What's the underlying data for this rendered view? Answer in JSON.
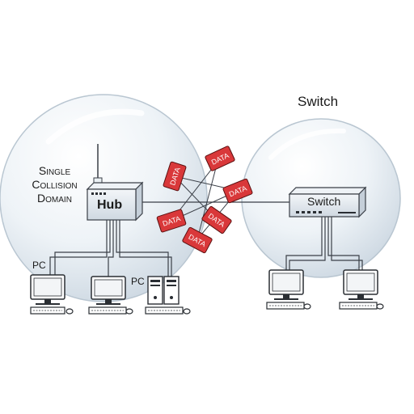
{
  "switch_domain": {
    "title": "Switch"
  },
  "collision_domain": {
    "line1": "Single",
    "line2": "Collision",
    "line3": "Domain"
  },
  "hub": {
    "label": "Hub"
  },
  "switch_device": {
    "label": "Switch"
  },
  "pc_labels": {
    "left": "PC",
    "middle": "PC"
  },
  "data_packets": [
    "DATA",
    "DATA",
    "DATA",
    "DATA",
    "DATA",
    "DATA"
  ],
  "colors": {
    "packet": "#d9383a",
    "sphere": "#e9eff4",
    "device": "#dfe6ee",
    "line": "#3a3f47"
  }
}
